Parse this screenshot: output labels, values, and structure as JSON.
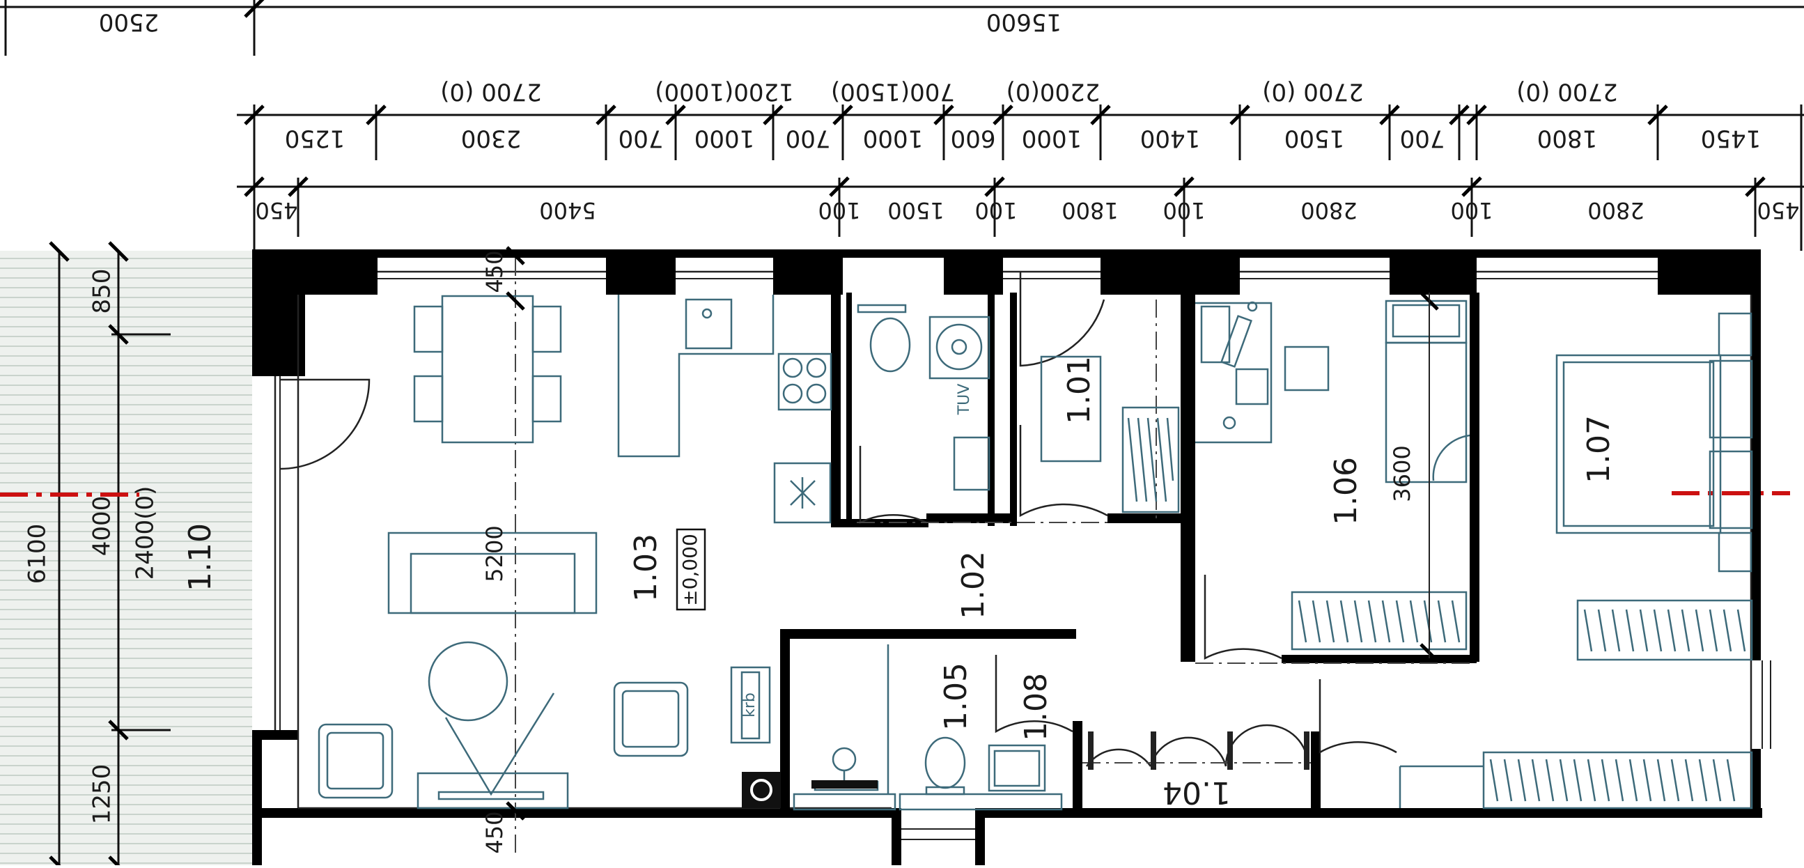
{
  "dimensions": {
    "overall": [
      "2500",
      "15600"
    ],
    "row_openings_top": [
      "2700 (0)",
      "1200(1000)",
      "700(1500)",
      "2200(0)",
      "2700 (0)",
      "2700 (0)"
    ],
    "row_segments": [
      "1250",
      "2300",
      "700",
      "1000",
      "700",
      "1000",
      "600",
      "1000",
      "1400",
      "1500",
      "700",
      "1800",
      "1450"
    ],
    "row_walls": [
      "450",
      "5400",
      "100",
      "1500",
      "100",
      "1800",
      "100",
      "2800",
      "100",
      "2800",
      "450"
    ],
    "left_vertical": [
      "850",
      "6100",
      "4000",
      "2400(0)",
      "1250"
    ],
    "interior": [
      "450",
      "5200",
      "450",
      "3600"
    ]
  },
  "rooms": [
    "1.01",
    "1.02",
    "1.03",
    "1.04",
    "1.05",
    "1.06",
    "1.07",
    "1.08",
    "1.10"
  ],
  "labels": {
    "level": "±0,000",
    "boiler": "TUV",
    "fireplace": "krb"
  },
  "colors": {
    "wall": "#000000",
    "furniture": "#3d6a7a",
    "axis": "#cc1111",
    "terrace": "#eef1ee"
  }
}
